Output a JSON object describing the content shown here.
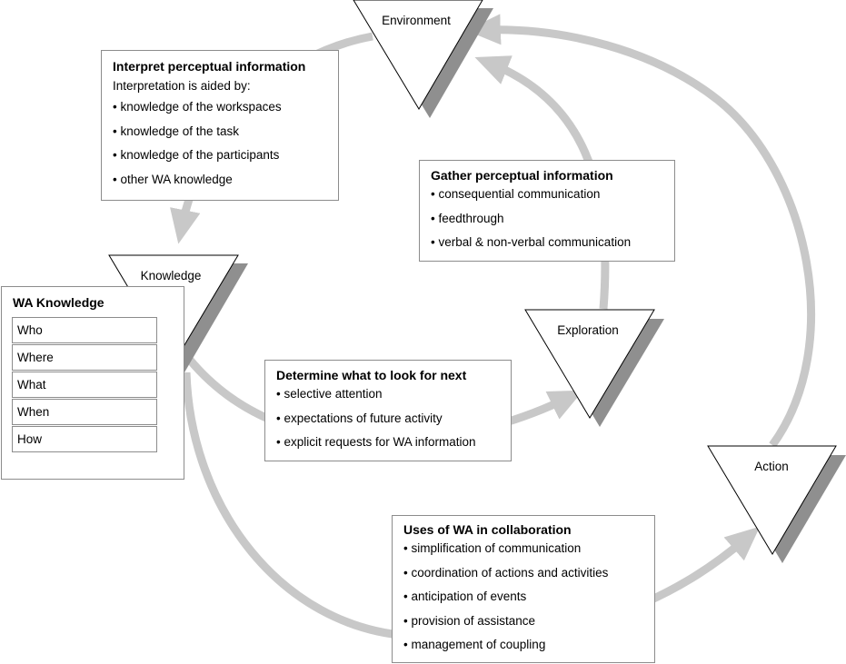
{
  "nodes": {
    "environment": "Environment",
    "knowledge": "Knowledge",
    "exploration": "Exploration",
    "action": "Action"
  },
  "interpret_box": {
    "title": "Interpret perceptual information",
    "intro": "Interpretation is aided by:",
    "items": [
      "• knowledge of the workspaces",
      "• knowledge of the task",
      "• knowledge of the participants",
      "• other WA knowledge"
    ]
  },
  "gather_box": {
    "title": "Gather perceptual information",
    "items": [
      "• consequential communication",
      "• feedthrough",
      "• verbal & non-verbal communication"
    ]
  },
  "determine_box": {
    "title": "Determine what to look for next",
    "items": [
      "• selective attention",
      "• expectations of future activity",
      "• explicit requests for WA information"
    ]
  },
  "uses_box": {
    "title": "Uses of WA in collaboration",
    "items": [
      "• simplification of communication",
      "• coordination of actions and activities",
      "• anticipation of events",
      "• provision of assistance",
      "• management of coupling"
    ]
  },
  "wa_knowledge": {
    "title": "WA Knowledge",
    "rows": [
      "Who",
      "Where",
      "What",
      "When",
      "How"
    ]
  },
  "colors": {
    "arrow": "#c8c8c8",
    "shadow": "#8f8f8f",
    "border": "#8c8c8c"
  }
}
